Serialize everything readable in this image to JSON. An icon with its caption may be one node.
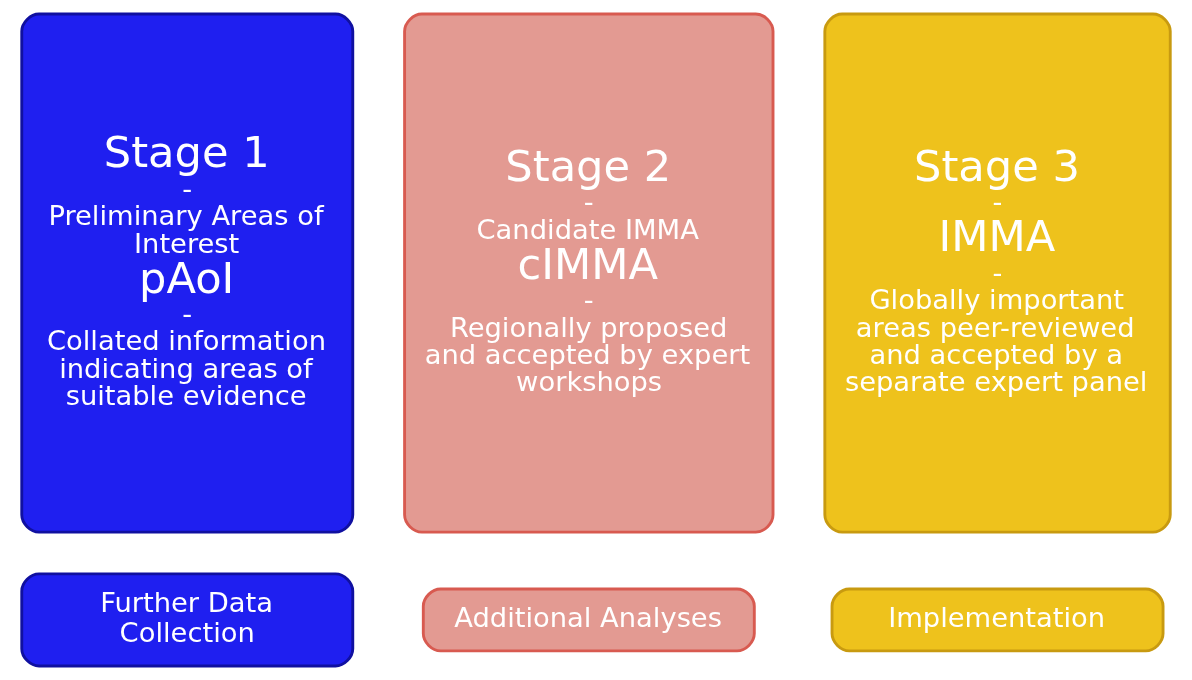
{
  "diagram": {
    "nodes": [
      {
        "text": [
          "Stage 1",
          "-",
          "Preliminary Areas of Interest",
          "pAoI",
          "-",
          "Collated information indicating areas of suitable evidence"
        ]
      },
      {
        "text": [
          "Stage 2",
          "-",
          "Candidate IMMA",
          "cIMMA",
          "-",
          "Regionally proposed and accepted by expert workshops"
        ]
      },
      {
        "text": [
          "Stage 3",
          "-",
          "IMMA",
          "-",
          "Globally important areas peer-reviewed and accepted by a separate expert panel"
        ]
      },
      {
        "text": [
          "Further Data Collection"
        ]
      },
      {
        "text": [
          "Additional Analyses"
        ]
      },
      {
        "text": [
          "Implementation"
        ]
      }
    ],
    "edges": []
  }
}
